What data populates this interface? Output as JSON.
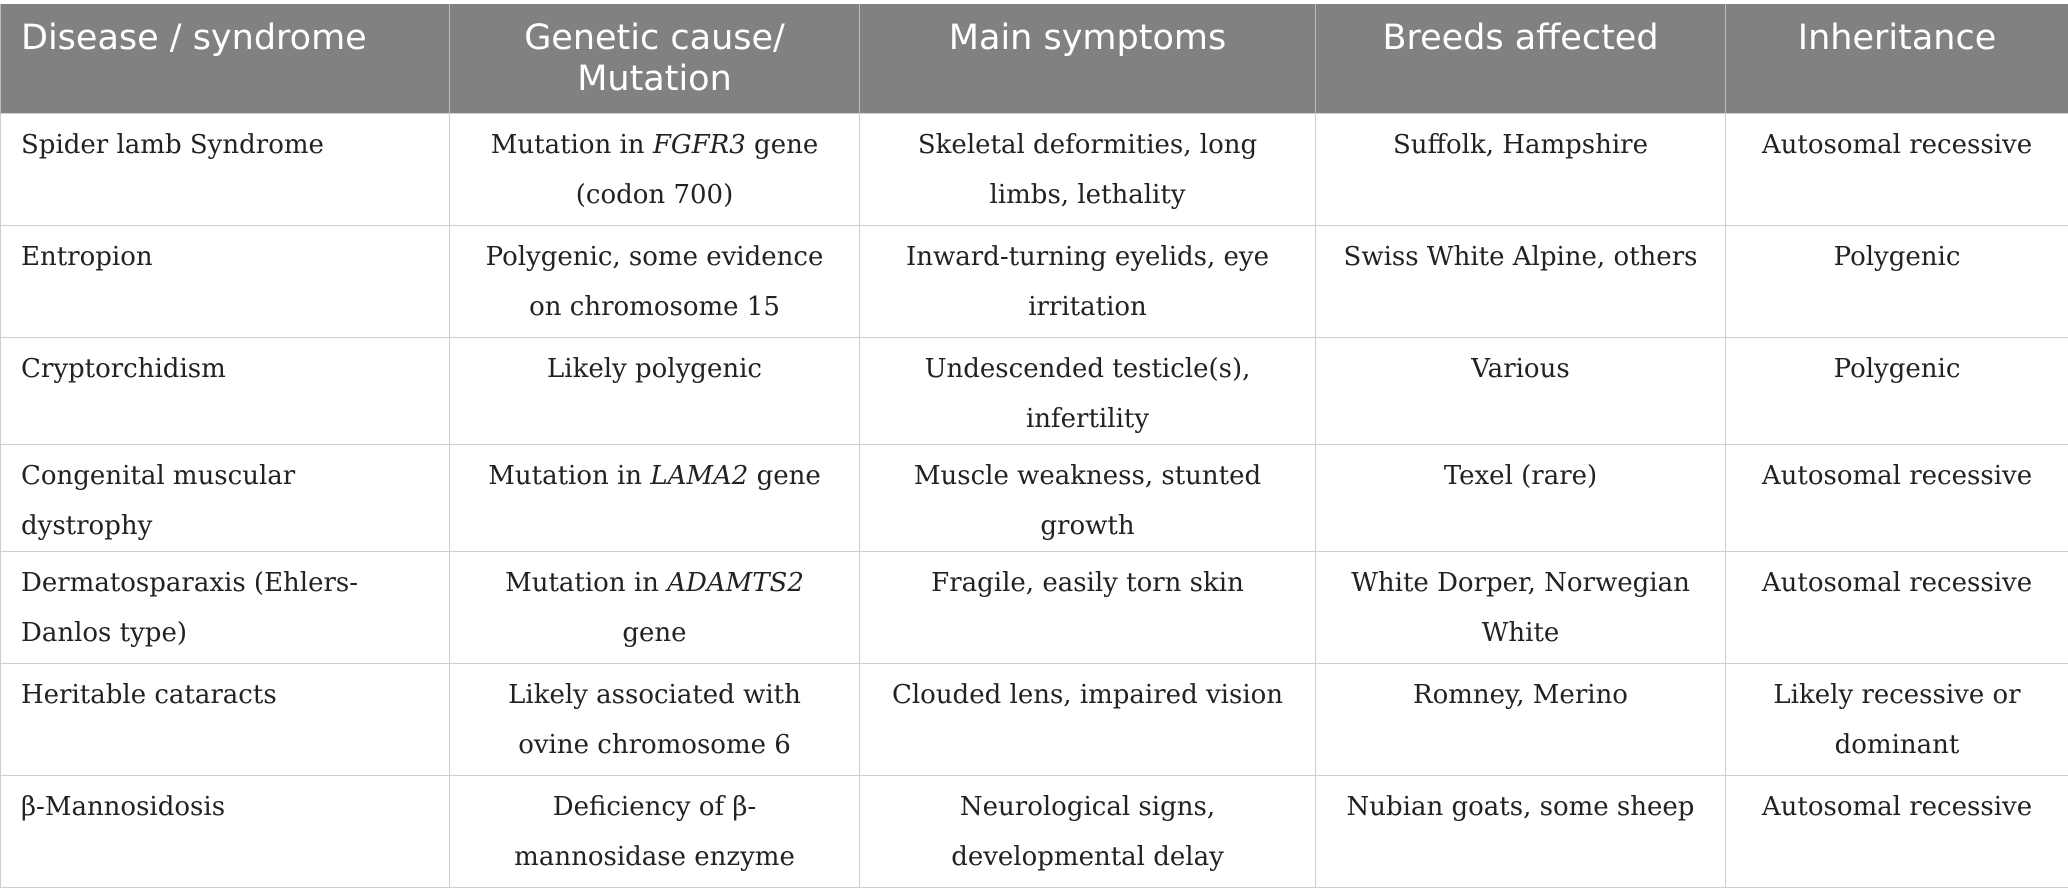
{
  "table": {
    "headers": [
      {
        "text": "Disease / syndrome",
        "align": "left"
      },
      {
        "text": "Genetic cause/ Mutation",
        "align": "center"
      },
      {
        "text": "Main symptoms",
        "align": "center"
      },
      {
        "text": "Breeds affected",
        "align": "center"
      },
      {
        "text": "Inheritance",
        "align": "center"
      }
    ],
    "rows": [
      {
        "lines": 2,
        "disease": "Spider lamb Syndrome",
        "cause": {
          "pre": "Mutation in ",
          "gene": "FGFR3",
          "post": " gene (codon 700)"
        },
        "symptoms": "Skeletal deformities, long limbs, lethality",
        "breeds": "Suffolk, Hampshire",
        "inheritance": "Autosomal recessive"
      },
      {
        "lines": 2,
        "disease": "Entropion",
        "cause": {
          "pre": "Polygenic, some evidence on chromosome 15",
          "gene": "",
          "post": ""
        },
        "symptoms": "Inward-turning eyelids, eye irritation",
        "breeds": "Swiss White Alpine, others",
        "inheritance": "Polygenic"
      },
      {
        "lines": 1,
        "disease": "Cryptorchidism",
        "cause": {
          "pre": "Likely polygenic",
          "gene": "",
          "post": ""
        },
        "symptoms": "Undescended testicle(s), infertility",
        "breeds": "Various",
        "inheritance": "Polygenic"
      },
      {
        "lines": 1,
        "disease": "Congenital muscular dystrophy",
        "cause": {
          "pre": "Mutation in ",
          "gene": "LAMA2",
          "post": " gene"
        },
        "symptoms": "Muscle weakness, stunted growth",
        "breeds": "Texel (rare)",
        "inheritance": "Autosomal recessive"
      },
      {
        "lines": 2,
        "disease": "Dermatosparaxis (Ehlers-Danlos type)",
        "cause": {
          "pre": "Mutation in ",
          "gene": "ADAMTS2",
          "post": " gene"
        },
        "symptoms": "Fragile, easily torn skin",
        "breeds": "White Dorper, Norwegian White",
        "inheritance": "Autosomal recessive"
      },
      {
        "lines": 2,
        "disease": "Heritable cataracts",
        "cause": {
          "pre": "Likely associated with ovine chromosome 6",
          "gene": "",
          "post": ""
        },
        "symptoms": "Clouded lens, impaired vision",
        "breeds": "Romney, Merino",
        "inheritance": "Likely recessive or dominant"
      },
      {
        "lines": 2,
        "disease": "β-Mannosidosis",
        "cause": {
          "pre": "Deficiency of β-mannosidase enzyme",
          "gene": "",
          "post": ""
        },
        "symptoms": "Neurological signs, developmental delay",
        "breeds": "Nubian goats, some sheep",
        "inheritance": "Autosomal recessive"
      }
    ]
  }
}
